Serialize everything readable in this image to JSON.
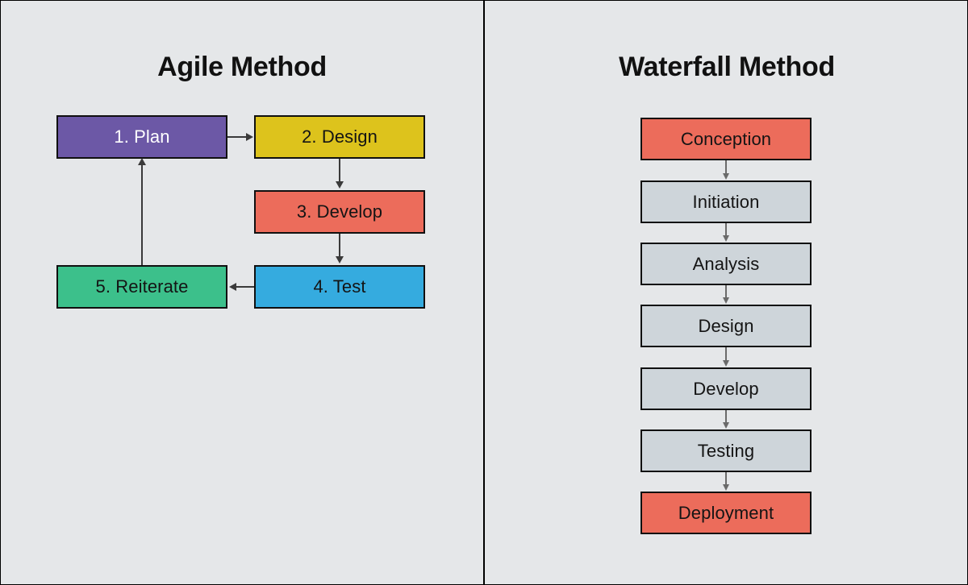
{
  "canvas": {
    "background_color": "#e5e7e9",
    "border_color": "#000000",
    "divider_color": "#000000"
  },
  "agile": {
    "title": "Agile Method",
    "nodes": [
      {
        "id": "plan",
        "label": "1. Plan",
        "fill": "#6c58a6",
        "text_color": "#ffffff"
      },
      {
        "id": "design",
        "label": "2. Design",
        "fill": "#ddc31c",
        "text_color": "#141414"
      },
      {
        "id": "develop",
        "label": "3. Develop",
        "fill": "#ec6c5b",
        "text_color": "#141414"
      },
      {
        "id": "test",
        "label": "4. Test",
        "fill": "#35abdf",
        "text_color": "#141414"
      },
      {
        "id": "reiterate",
        "label": "5. Reiterate",
        "fill": "#3cc08b",
        "text_color": "#141414"
      }
    ],
    "edges": [
      {
        "from": "plan",
        "to": "design",
        "direction": "right"
      },
      {
        "from": "design",
        "to": "develop",
        "direction": "down"
      },
      {
        "from": "develop",
        "to": "test",
        "direction": "down"
      },
      {
        "from": "test",
        "to": "reiterate",
        "direction": "left"
      },
      {
        "from": "reiterate",
        "to": "plan",
        "direction": "up"
      }
    ]
  },
  "waterfall": {
    "title": "Waterfall Method",
    "nodes": [
      {
        "id": "conception",
        "label": "Conception",
        "fill": "#ec6c5b"
      },
      {
        "id": "initiation",
        "label": "Initiation",
        "fill": "#ced5da"
      },
      {
        "id": "analysis",
        "label": "Analysis",
        "fill": "#ced5da"
      },
      {
        "id": "design",
        "label": "Design",
        "fill": "#ced5da"
      },
      {
        "id": "develop",
        "label": "Develop",
        "fill": "#ced5da"
      },
      {
        "id": "testing",
        "label": "Testing",
        "fill": "#ced5da"
      },
      {
        "id": "deployment",
        "label": "Deployment",
        "fill": "#ec6c5b"
      }
    ],
    "edges": [
      {
        "from": "conception",
        "to": "initiation",
        "direction": "down"
      },
      {
        "from": "initiation",
        "to": "analysis",
        "direction": "down"
      },
      {
        "from": "analysis",
        "to": "design",
        "direction": "down"
      },
      {
        "from": "design",
        "to": "develop",
        "direction": "down"
      },
      {
        "from": "develop",
        "to": "testing",
        "direction": "down"
      },
      {
        "from": "testing",
        "to": "deployment",
        "direction": "down"
      }
    ]
  }
}
